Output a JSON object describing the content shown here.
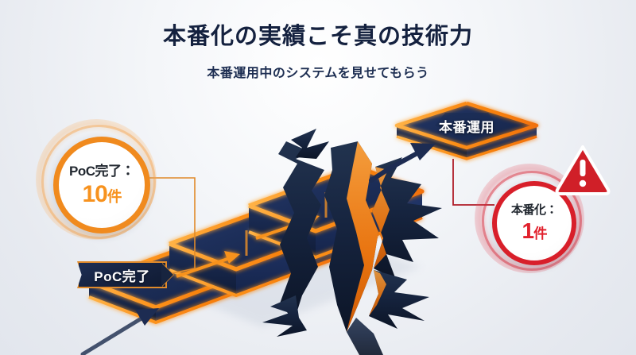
{
  "heading": {
    "title": "本番化の実績こそ真の技術力",
    "subtitle": "本番運用中のシステムを見せてもらう"
  },
  "badges": {
    "poc": {
      "caption": "PoC完了：",
      "value": "10",
      "unit": "件",
      "color": "#f7921e",
      "ring_color": "#f08a1e"
    },
    "honban": {
      "caption": "本番化：",
      "value": "1",
      "unit": "件",
      "color": "#e1202c",
      "ring_color": "#d81f2a"
    }
  },
  "labels": {
    "ribbon_poc": "PoC完了",
    "platform": "本番運用"
  },
  "icons": {
    "warning": "warning-triangle-icon",
    "warning_glyph": "!"
  },
  "illustration": {
    "steps_count": 3,
    "step_color": "#1b2d55",
    "step_edge_color": "#f98012",
    "chasm_color": "#16243f",
    "chasm_edge_color": "#f07b14",
    "background_color": "#eceff4",
    "arrow_color_dark": "#1d2c52",
    "arrow_color_orange": "#f7921e",
    "connector_orange": "#e08a2a",
    "connector_red": "#b01d28"
  }
}
